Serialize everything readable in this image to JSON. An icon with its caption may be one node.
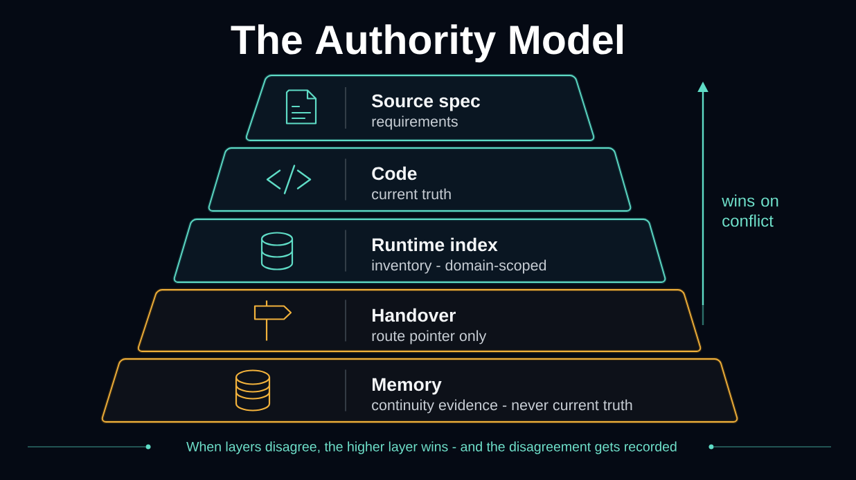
{
  "diagram": {
    "title": "The Authority Model",
    "nodes": [
      {
        "text": [
          "Source spec",
          "requirements"
        ]
      },
      {
        "text": [
          "Code",
          "current truth"
        ]
      },
      {
        "text": [
          "Runtime index",
          "inventory - domain-scoped"
        ]
      },
      {
        "text": [
          "Handover",
          "route pointer only"
        ]
      },
      {
        "text": [
          "Memory",
          "continuity evidence - never current truth"
        ]
      }
    ],
    "labels": [
      "wins on conflict"
    ],
    "caption": "When layers disagree, the higher layer wins - and the disagreement gets recorded"
  }
}
